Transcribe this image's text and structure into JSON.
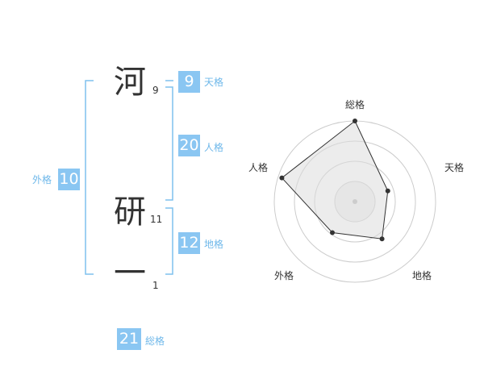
{
  "name_chars": [
    {
      "char": "河",
      "strokes": "9"
    },
    {
      "char": "研",
      "strokes": "11"
    },
    {
      "char": "一",
      "strokes": "1"
    }
  ],
  "fortune": {
    "tenkaku": {
      "value": "9",
      "label": "天格"
    },
    "jinkaku": {
      "value": "20",
      "label": "人格"
    },
    "chikaku": {
      "value": "12",
      "label": "地格"
    },
    "gaikaku": {
      "value": "10",
      "label": "外格"
    },
    "soukaku": {
      "value": "21",
      "label": "総格"
    }
  },
  "colors": {
    "accent": "#8ac6f2",
    "bracket": "#7fc0ee",
    "text": "#333333"
  },
  "chart_data": {
    "type": "radar",
    "axes": [
      "総格",
      "天格",
      "地格",
      "外格",
      "人格"
    ],
    "values": [
      21,
      9,
      12,
      10,
      20
    ],
    "rlim": [
      0,
      21
    ],
    "rings": 4
  }
}
